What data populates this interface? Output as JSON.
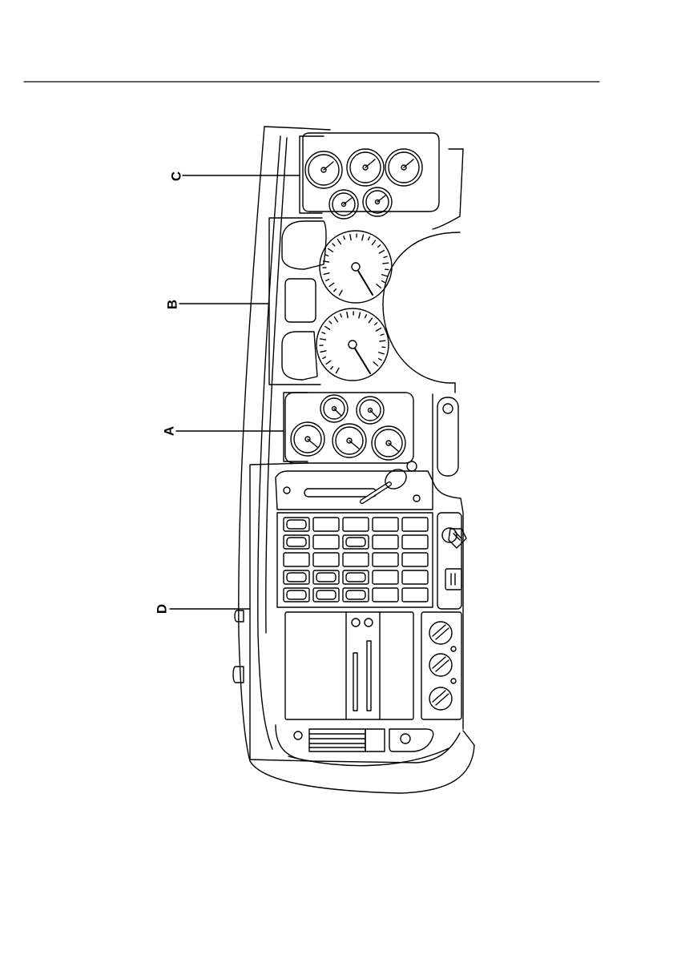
{
  "figure": {
    "callouts": [
      {
        "id": "A",
        "label": "A",
        "target": "lower-left-gauge-cluster"
      },
      {
        "id": "B",
        "label": "B",
        "target": "main-instrument-cluster"
      },
      {
        "id": "C",
        "label": "C",
        "target": "upper-gauge-cluster"
      },
      {
        "id": "D",
        "label": "D",
        "target": "center-switch-panel"
      }
    ],
    "colors": {
      "line": "#000000",
      "background": "#ffffff",
      "accent": "#000000"
    }
  }
}
